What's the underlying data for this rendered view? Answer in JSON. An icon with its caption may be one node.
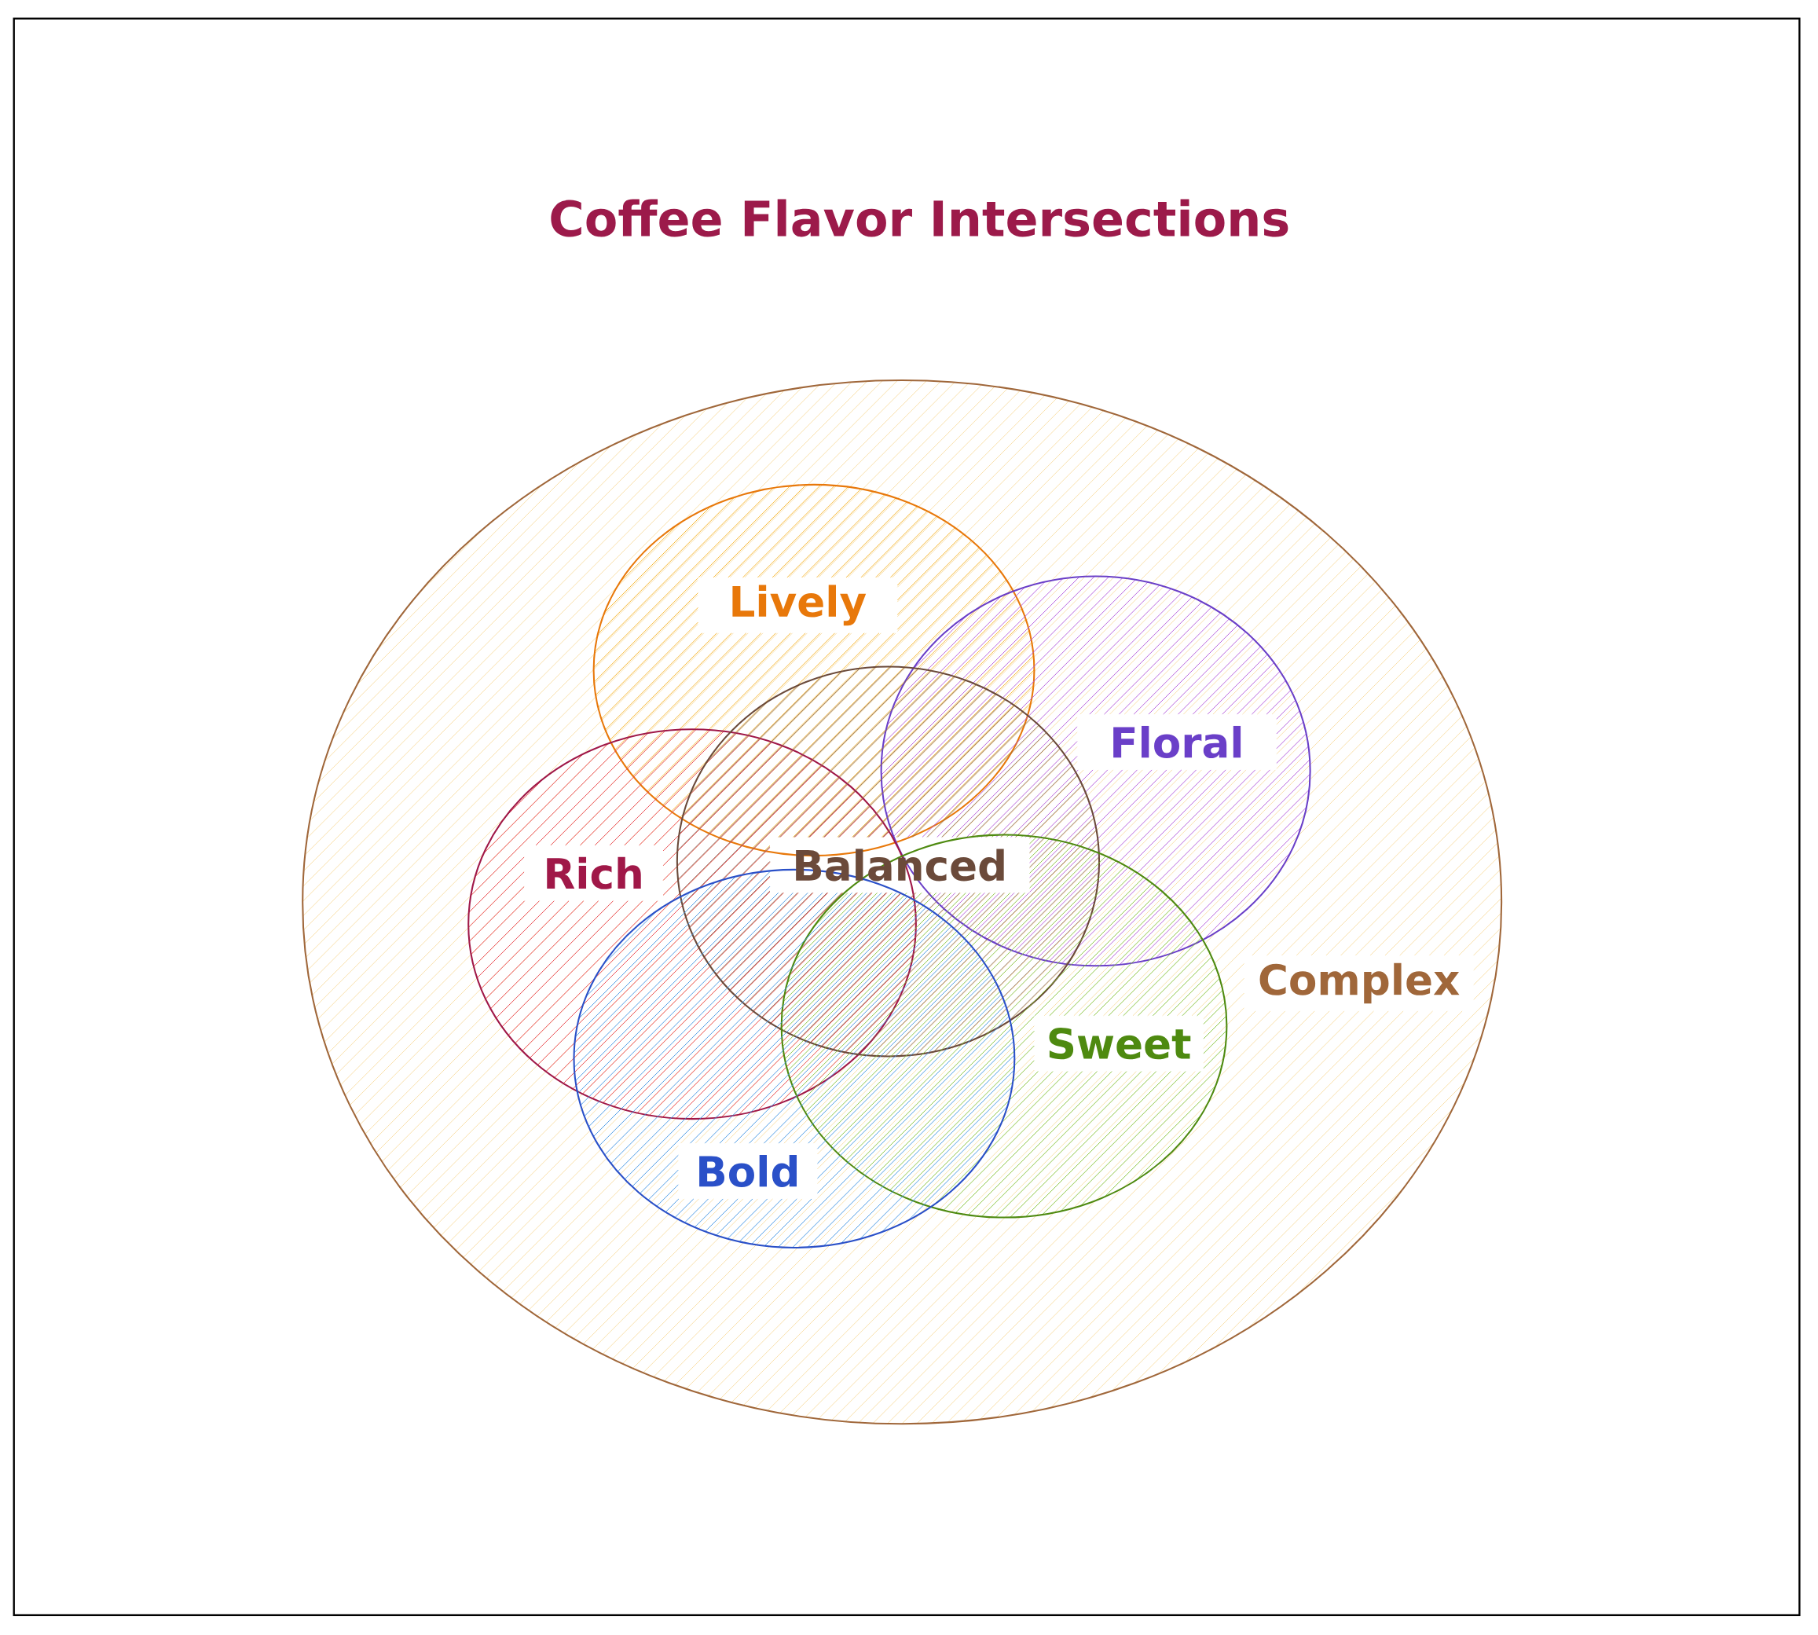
{
  "diagram": {
    "title": "Coffee Flavor Intersections",
    "nodes": [
      {
        "text": [
          "Complex"
        ]
      },
      {
        "text": [
          "Lively"
        ],
        "in": 0
      },
      {
        "text": [
          "Floral"
        ],
        "in": 0
      },
      {
        "text": [
          "Rich"
        ],
        "in": 0
      },
      {
        "text": [
          "Balanced"
        ],
        "in": 0
      },
      {
        "text": [
          "Sweet"
        ],
        "in": 0
      },
      {
        "text": [
          "Bold"
        ],
        "in": 0
      }
    ]
  }
}
